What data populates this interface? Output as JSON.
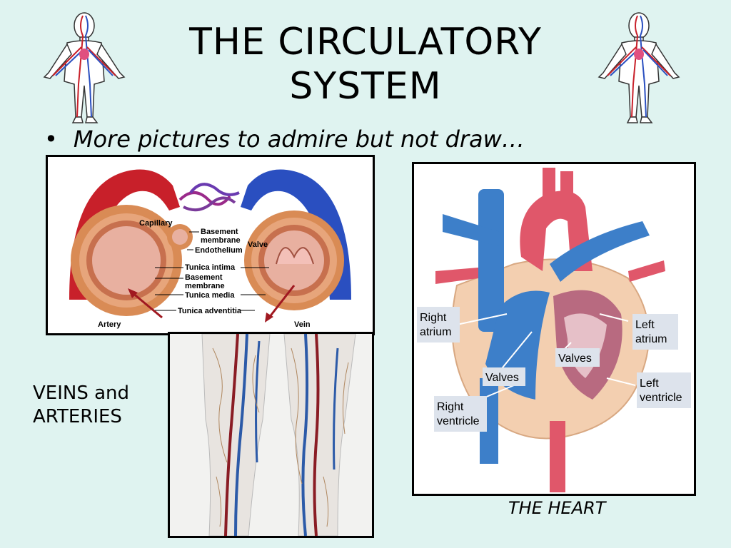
{
  "slide": {
    "title_line1": "THE CIRCULATORY",
    "title_line2": "SYSTEM",
    "bullet": "More pictures to admire but not draw…",
    "caption_veins_line1": "VEINS and",
    "caption_veins_line2": "ARTERIES",
    "caption_heart": "THE HEART"
  },
  "vessel_diagram": {
    "capillary": "Capillary",
    "basement_membrane_top_1": "Basement",
    "basement_membrane_top_2": "membrane",
    "endothelium": "Endothelium",
    "valve": "Valve",
    "tunica_intima": "Tunica intima",
    "basement_membrane_mid_1": "Basement",
    "basement_membrane_mid_2": "membrane",
    "tunica_media": "Tunica media",
    "tunica_adventitia": "Tunica adventitia",
    "artery": "Artery",
    "vein": "Vein"
  },
  "heart_diagram": {
    "right_atrium_1": "Right",
    "right_atrium_2": "atrium",
    "left_atrium_1": "Left",
    "left_atrium_2": "atrium",
    "valves_left": "Valves",
    "valves_right": "Valves",
    "left_ventricle_1": "Left",
    "left_ventricle_2": "ventricle",
    "right_ventricle_1": "Right",
    "right_ventricle_2": "ventricle"
  },
  "colors": {
    "background": "#dff3f0",
    "artery_red": "#c8202a",
    "vein_blue": "#2a4fc0",
    "heart_red": "#e0576a",
    "heart_blue": "#3d7fc9",
    "tissue": "#f3cfb0"
  },
  "icons": [
    "circulatory-figure-icon-left",
    "circulatory-figure-icon-right"
  ]
}
